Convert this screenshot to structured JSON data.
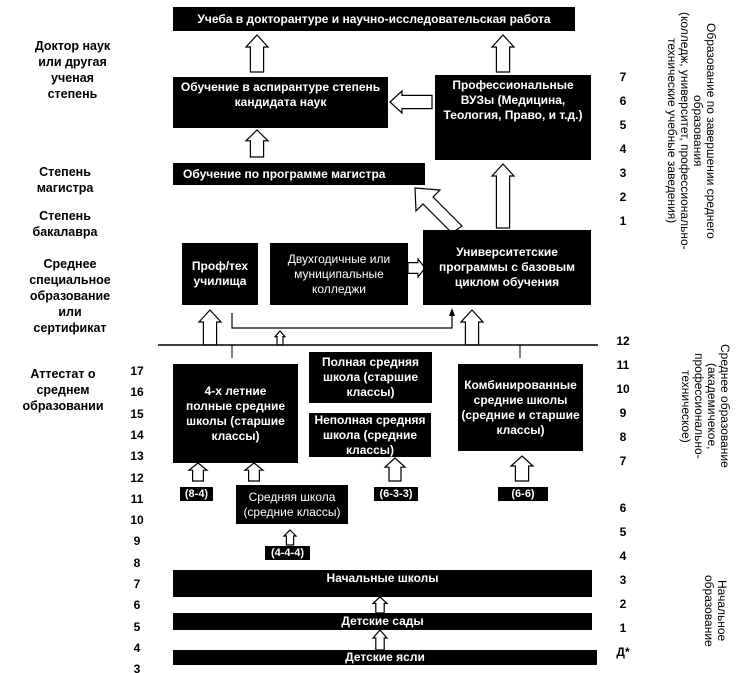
{
  "boxes": {
    "doctorate": "Учеба в докторантуре и научно-исследовательская работа",
    "aspirantura": "Обучение в аспирантуре степень кандидата наук",
    "prof_vuz": "Профессиональные ВУЗы (Медицина, Теология, Право, и т.д.)",
    "magistr": "Обучение по программе магистра",
    "proftech": "Проф/тех училища",
    "two_year": "Двухгодичные или муниципальные колледжи",
    "university": "Университетские программы с базовым циклом обучения",
    "full_secondary": "Полная средняя школа (старшие классы)",
    "four_year": "4-х летние полные средние школы (старшие классы)",
    "incomplete_secondary": "Неполная средняя школа (средние классы)",
    "combined": "Комбинированные средние школы (средние и старшие классы)",
    "middle": "Средняя школа (средние классы)",
    "primary": "Начальные школы",
    "kindergarten": "Детские сады",
    "nursery": "Детские ясли"
  },
  "schemes": {
    "s84": "(8-4)",
    "s633": "(6-3-3)",
    "s66": "(6-6)",
    "s444": "(4-4-4)"
  },
  "left_labels": {
    "doctor": "Доктор наук\nили другая\nученая\nстепень",
    "master": "Степень\nмагистра",
    "bachelor": "Степень\nбакалавра",
    "special": "Среднее\nспециальное\nобразование\nили\nсертификат",
    "attestat": "Аттестат о\nсреднем\nобразовании"
  },
  "age_numbers": [
    "17",
    "16",
    "15",
    "14",
    "13",
    "12",
    "11",
    "10",
    "9",
    "8",
    "7",
    "6",
    "5",
    "4",
    "3"
  ],
  "grade_numbers_higher": [
    "7",
    "6",
    "5",
    "4",
    "3",
    "2",
    "1"
  ],
  "grade_numbers_secondary": [
    "12",
    "11",
    "10",
    "9",
    "8",
    "7"
  ],
  "grade_numbers_primary": [
    "6",
    "5",
    "4",
    "3",
    "2",
    "1",
    "Д*"
  ],
  "right_labels": {
    "higher": "Образование по завершении среднего\nобразования\n(колледж, университет, профессионально-\nтехнические учебные  заведения)",
    "secondary": "Среднее образование\n(академичекое,\nпрофессионально-\nтехническое)",
    "primary": "Начальное\nобразование"
  }
}
